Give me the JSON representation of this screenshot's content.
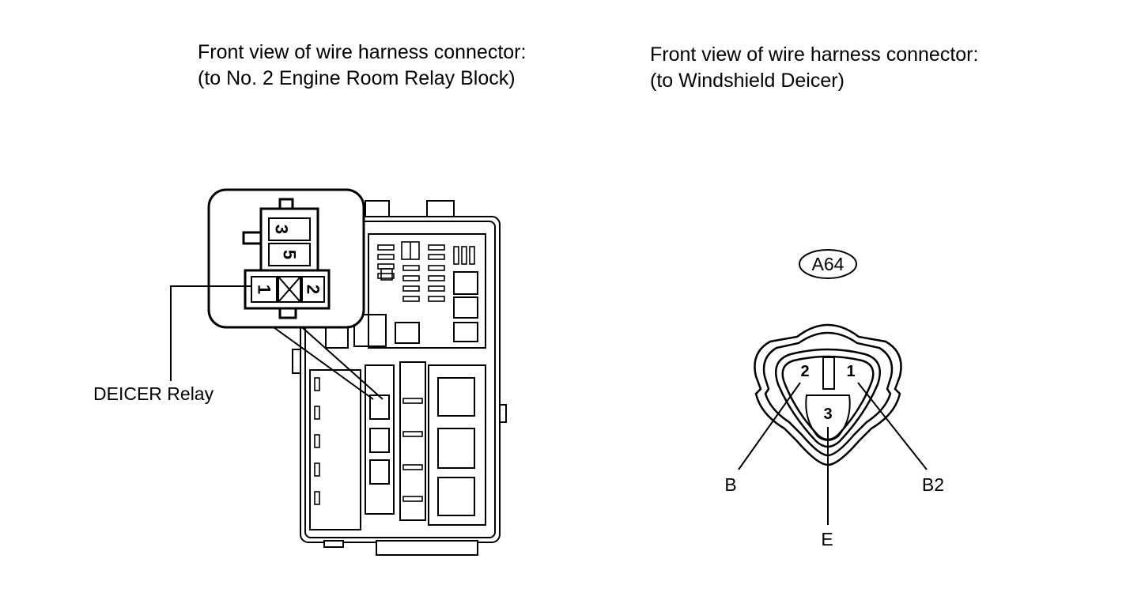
{
  "left_view": {
    "caption_line1": "Front view of wire harness connector:",
    "caption_line2": "(to No. 2 Engine Room Relay Block)",
    "relay_label": "DEICER Relay",
    "relay_pins": [
      "3",
      "5",
      "1",
      "2"
    ]
  },
  "right_view": {
    "caption_line1": "Front view of wire harness connector:",
    "caption_line2": "(to Windshield Deicer)",
    "connector_code": "A64",
    "pins": [
      "2",
      "1",
      "3"
    ],
    "terminal_labels": {
      "left": "B",
      "right": "B2",
      "bottom": "E"
    }
  }
}
